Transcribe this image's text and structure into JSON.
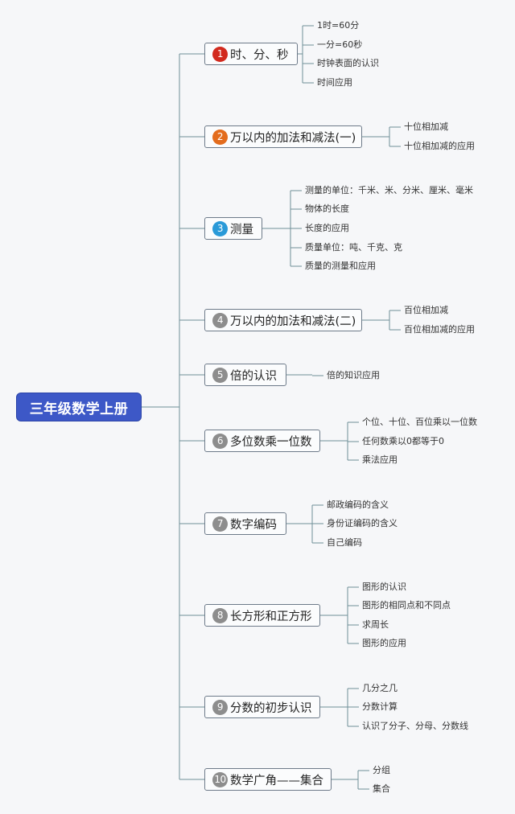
{
  "root": {
    "label": "三年级数学上册"
  },
  "badge_colors": {
    "1": "#d22a1e",
    "2": "#e36c1d",
    "3": "#2a9ad8",
    "default": "#8d8d8d"
  },
  "line_color": "#6f8f97",
  "topics": [
    {
      "num": "1",
      "label": "时、分、秒",
      "leaves": [
        "1时=60分",
        "一分=60秒",
        "时钟表面的认识",
        "时间应用"
      ]
    },
    {
      "num": "2",
      "label": "万以内的加法和减法(一)",
      "leaves": [
        "十位相加减",
        "十位相加减的应用"
      ]
    },
    {
      "num": "3",
      "label": "测量",
      "leaves": [
        "测量的单位：千米、米、分米、厘米、毫米",
        "物体的长度",
        "长度的应用",
        "质量单位：吨、千克、克",
        "质量的测量和应用"
      ]
    },
    {
      "num": "4",
      "label": "万以内的加法和减法(二)",
      "leaves": [
        "百位相加减",
        "百位相加减的应用"
      ]
    },
    {
      "num": "5",
      "label": "倍的认识",
      "leaves": [
        "倍的知识应用"
      ]
    },
    {
      "num": "6",
      "label": "多位数乘一位数",
      "leaves": [
        "个位、十位、百位乘以一位数",
        "任何数乘以0都等于0",
        "乘法应用"
      ]
    },
    {
      "num": "7",
      "label": "数字编码",
      "leaves": [
        "邮政编码的含义",
        "身份证编码的含义",
        "自己编码"
      ]
    },
    {
      "num": "8",
      "label": "长方形和正方形",
      "leaves": [
        "图形的认识",
        "图形的相同点和不同点",
        "求周长",
        "图形的应用"
      ]
    },
    {
      "num": "9",
      "label": "分数的初步认识",
      "leaves": [
        "几分之几",
        "分数计算",
        "认识了分子、分母、分数线"
      ]
    },
    {
      "num": "10",
      "label": "数学广角——集合",
      "leaves": [
        "分组",
        "集合"
      ]
    }
  ]
}
